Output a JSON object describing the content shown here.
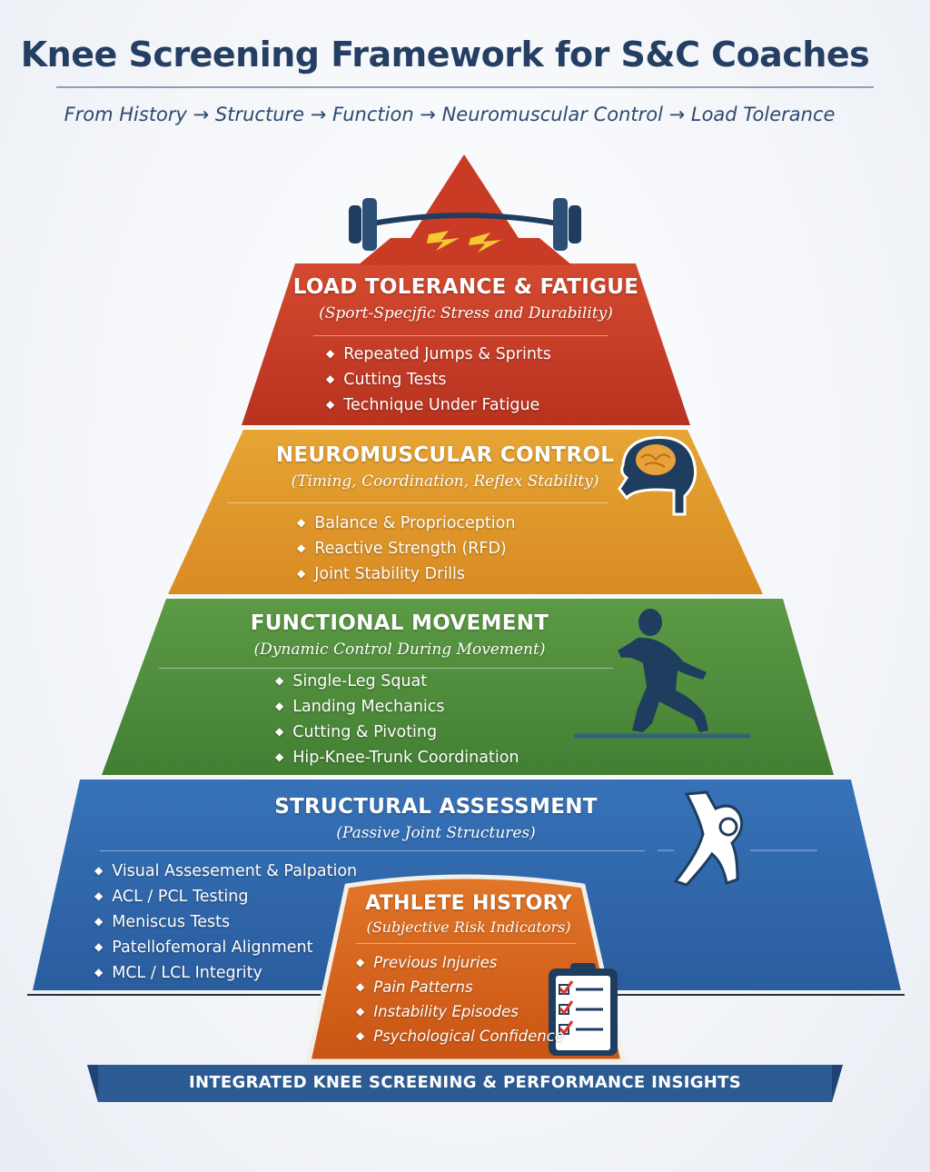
{
  "header": {
    "title": "Knee Screening Framework for S&C Coaches",
    "subtitle": "From History → Structure → Function → Neuromuscular Control → Load Tolerance"
  },
  "colors": {
    "title": "#243f63",
    "load": "#c8402b",
    "neuro": "#e39a2b",
    "functional": "#4f8f3d",
    "structural": "#2f68ad",
    "history": "#d86a1e",
    "banner": "#2c5a93"
  },
  "tiers": {
    "load": {
      "title": "LOAD TOLERANCE & FATIGUE",
      "subtitle": "(Sport-Specjfic Stress and Durability)",
      "items": [
        "Repeated Jumps & Sprints",
        "Cutting Tests",
        "Technique Under Fatigue"
      ],
      "icon": "barbell-icon"
    },
    "neuro": {
      "title": "NEUROMUSCULAR CONTROL",
      "subtitle": "(Timing, Coordination, Reflex Stability)",
      "items": [
        "Balance & Proprioception",
        "Reactive Strength (RFD)",
        "Joint Stability Drills"
      ],
      "icon": "brain-head-icon"
    },
    "functional": {
      "title": "FUNCTIONAL MOVEMENT",
      "subtitle": "(Dynamic Control During Movement)",
      "items": [
        "Single-Leg Squat",
        "Landing Mechanics",
        "Cutting & Pivoting",
        "Hip-Knee-Trunk Coordination"
      ],
      "icon": "athlete-lunge-icon"
    },
    "structural": {
      "title": "STRUCTURAL ASSESSMENT",
      "subtitle": "(Passive Joint Structures)",
      "items": [
        "Visual Assesement & Palpation",
        "ACL / PCL Testing",
        "Meniscus Tests",
        "Patellofemoral Alignment",
        "MCL / LCL Integrity"
      ],
      "icon": "knee-joint-icon"
    },
    "history": {
      "title": "ATHLETE HISTORY",
      "subtitle": "(Subjective Risk Indicators)",
      "items": [
        "Previous Injuries",
        "Pain Patterns",
        "Instability Episodes",
        "Psychological Confidence"
      ],
      "icon": "clipboard-checklist-icon"
    }
  },
  "footer": {
    "banner": "INTEGRATED KNEE SCREENING & PERFORMANCE INSIGHTS"
  }
}
